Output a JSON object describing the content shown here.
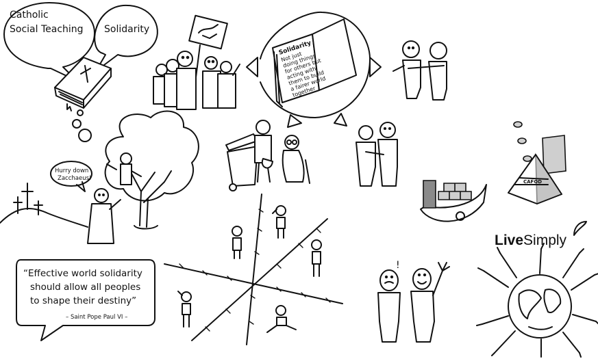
{
  "bubbles": {
    "catholic": [
      "Catholic",
      "Social Teaching"
    ],
    "solidarity": "Solidarity"
  },
  "book": {
    "title": "Solidarity",
    "lines": [
      "Not just",
      "doing things",
      "for others but",
      "acting with",
      "them to build",
      "a fairer world",
      "together"
    ]
  },
  "zacchaeus": {
    "speech": [
      "Hurry down",
      "Zacchaeus!"
    ]
  },
  "pyramid": {
    "label": "CAFOD"
  },
  "livesimply": {
    "part1": "Live",
    "part2": "Simply"
  },
  "quote": {
    "lines": [
      "“Effective world solidarity",
      "should allow all peoples",
      "to shape their destiny”"
    ],
    "attribution": "– Saint Pope Paul VI –"
  },
  "exclaim": "!"
}
